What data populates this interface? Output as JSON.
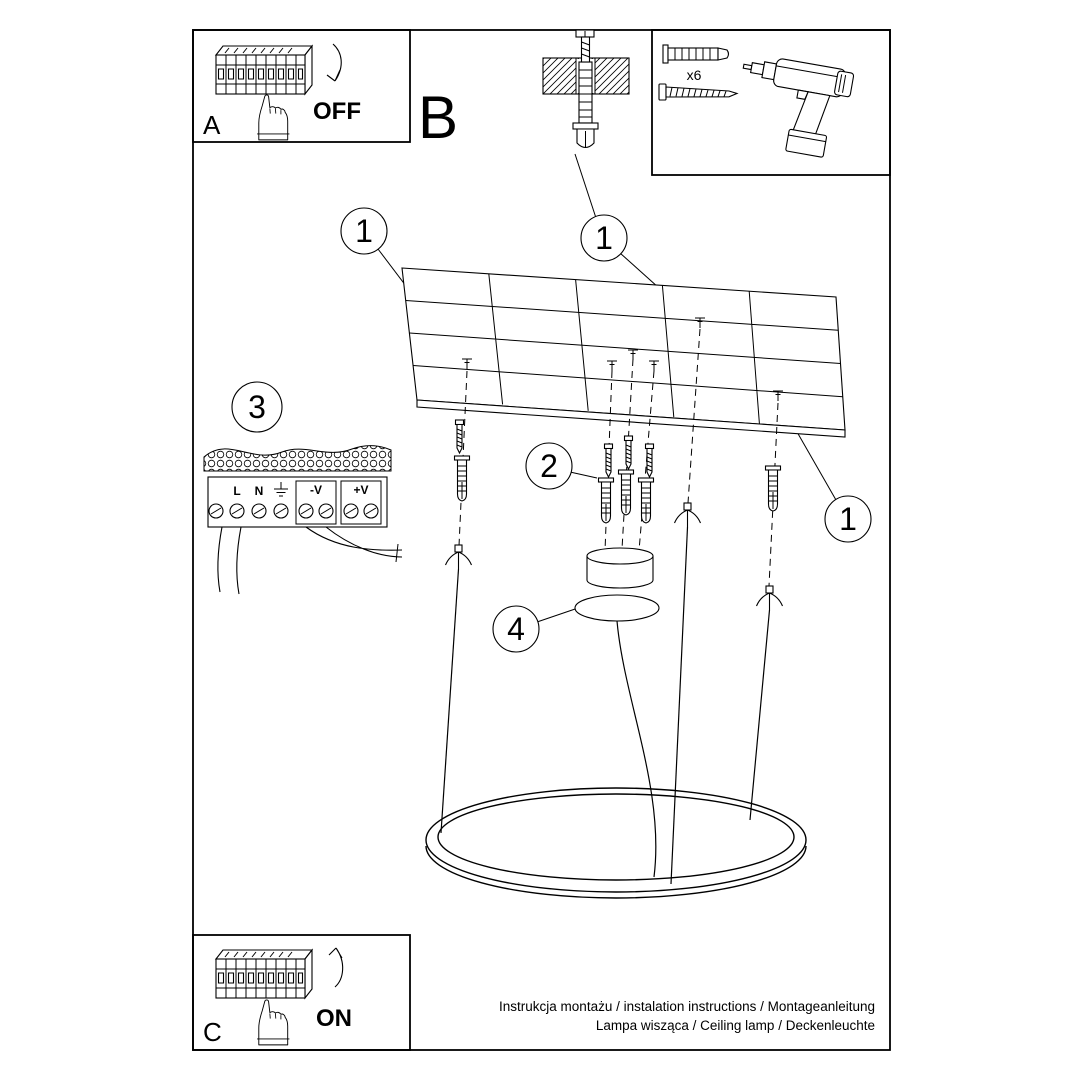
{
  "panel_a": {
    "label": "A",
    "state": "OFF"
  },
  "panel_b": {
    "label": "B"
  },
  "panel_c": {
    "label": "C",
    "state": "ON"
  },
  "hardware": {
    "anchor_count": "x6"
  },
  "callouts": {
    "one": "1",
    "two": "2",
    "three": "3",
    "four": "4"
  },
  "terminals": {
    "l": "L",
    "n": "N",
    "minus_v": "-V",
    "plus_v": "+V"
  },
  "footer": {
    "line1": "Instrukcja montażu / instalation instructions / Montageanleitung",
    "line2": "Lampa wisząca / Ceiling lamp / Deckenleuchte"
  }
}
